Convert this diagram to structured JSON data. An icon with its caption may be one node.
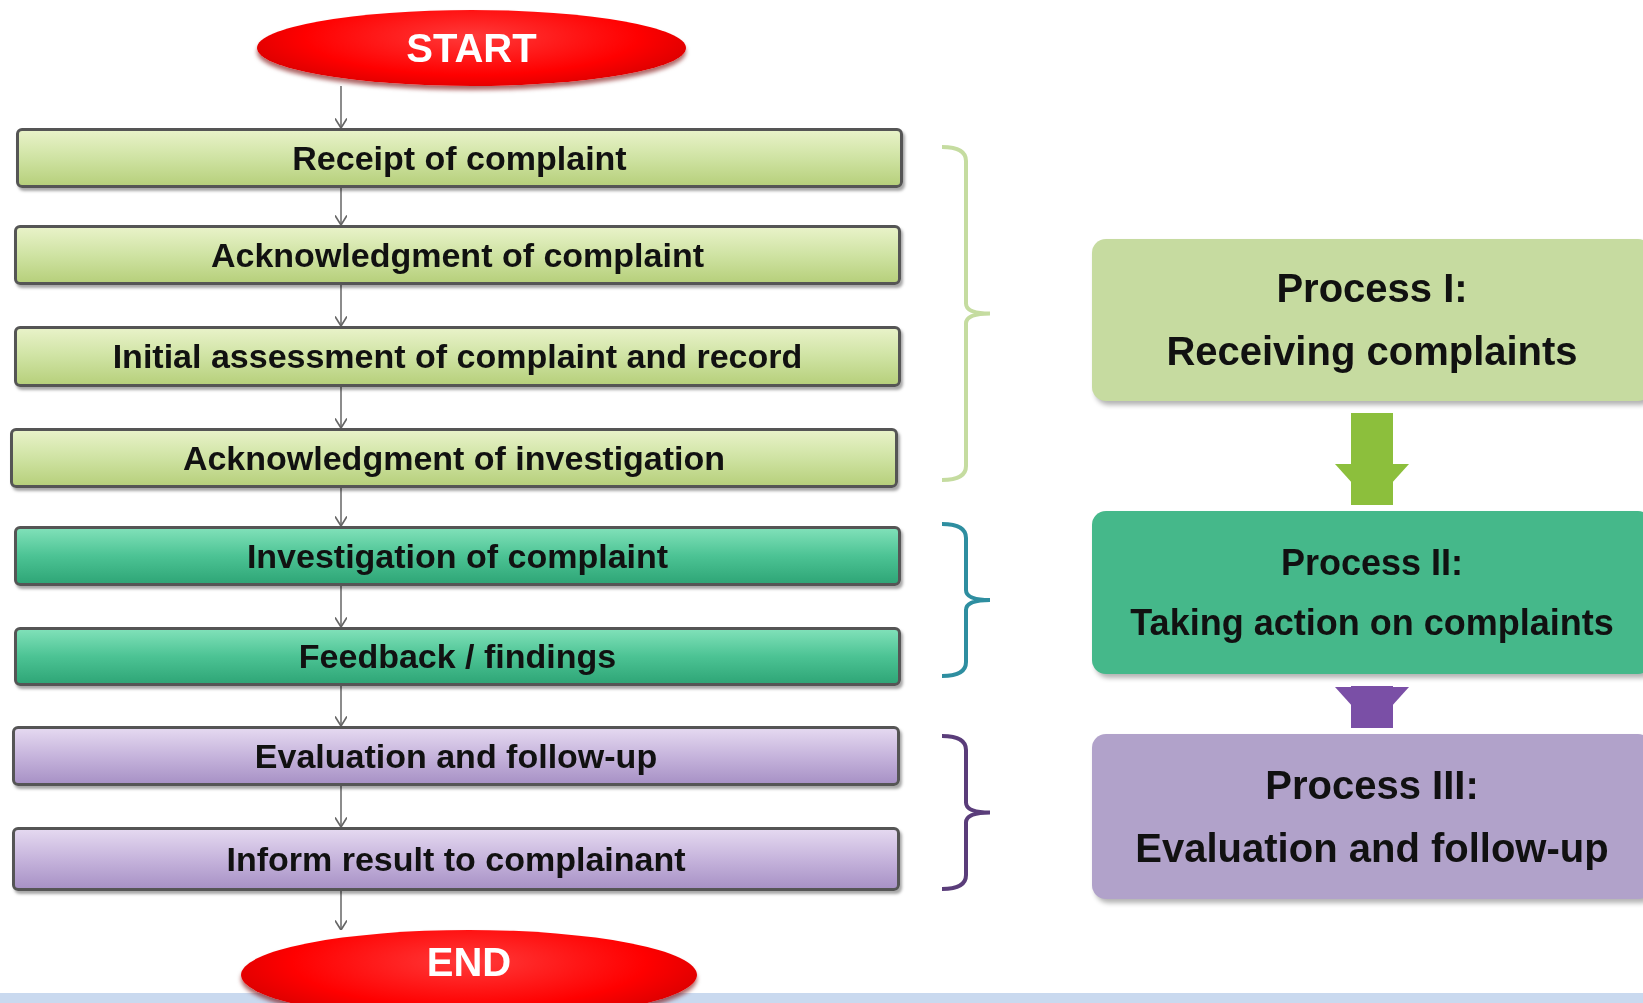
{
  "diagram": {
    "nodes": [
      {
        "text": [
          "START"
        ]
      },
      {
        "text": [
          "Receipt of complaint"
        ]
      },
      {
        "text": [
          "Acknowledgment of complaint"
        ]
      },
      {
        "text": [
          "Initial assessment of complaint and record"
        ]
      },
      {
        "text": [
          "Acknowledgment of investigation"
        ]
      },
      {
        "text": [
          "Investigation of complaint"
        ]
      },
      {
        "text": [
          "Feedback / findings"
        ]
      },
      {
        "text": [
          "Evaluation and follow-up"
        ]
      },
      {
        "text": [
          "Inform result to complainant"
        ]
      },
      {
        "text": [
          "END"
        ]
      },
      {
        "text": [
          "Process I:",
          "Receiving complaints"
        ]
      },
      {
        "text": [
          "Process II:",
          "Taking action on complaints"
        ]
      },
      {
        "text": [
          "Process III:",
          "Evaluation and follow-up"
        ]
      }
    ],
    "edges": [
      {
        "from": 0,
        "to": 1,
        "arrow": "to"
      },
      {
        "from": 1,
        "to": 2,
        "arrow": "to"
      },
      {
        "from": 2,
        "to": 3,
        "arrow": "to"
      },
      {
        "from": 3,
        "to": 4,
        "arrow": "to"
      },
      {
        "from": 4,
        "to": 5,
        "arrow": "to"
      },
      {
        "from": 5,
        "to": 6,
        "arrow": "to"
      },
      {
        "from": 6,
        "to": 7,
        "arrow": "to"
      },
      {
        "from": 7,
        "to": 8,
        "arrow": "to"
      },
      {
        "from": 8,
        "to": 9,
        "arrow": "to"
      },
      {
        "from": 10,
        "to": 11,
        "arrow": "to",
        "style": "thick",
        "color": "#8cbf3c"
      },
      {
        "from": 11,
        "to": 12,
        "arrow": "to",
        "style": "thick",
        "color": "#7a4fa6"
      }
    ]
  }
}
